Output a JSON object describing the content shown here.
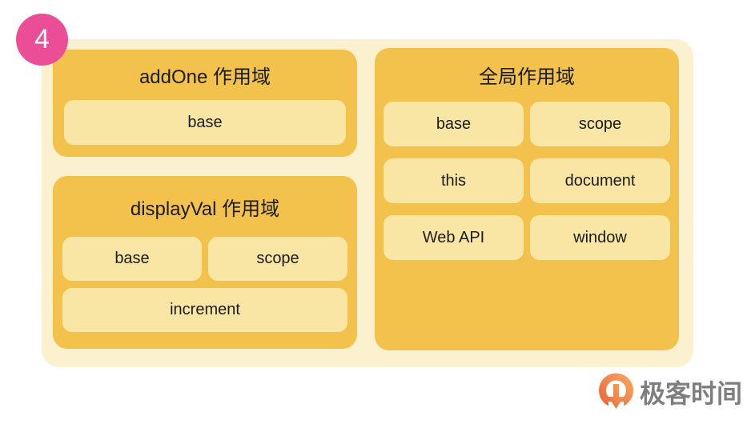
{
  "badge": {
    "number": "4"
  },
  "colors": {
    "page_bg": "#FFFFFF",
    "canvas_bg": "#FBF1CE",
    "scope_box_bg": "#F2C24D",
    "variable_box_bg": "#FAE6A4",
    "badge_bg": "#EB4E97",
    "text": "#1B1B1B",
    "logo_text": "#7E7E7E",
    "logo_orange_light": "#F9A35E",
    "logo_orange_dark": "#E96A3C"
  },
  "diagram": {
    "scopes": [
      {
        "title": "addOne 作用域",
        "items": [
          {
            "label": "base"
          }
        ]
      },
      {
        "title": "displayVal 作用域",
        "items": [
          {
            "label": "base"
          },
          {
            "label": "scope"
          },
          {
            "label": "increment"
          }
        ]
      },
      {
        "title": "全局作用域",
        "items": [
          {
            "label": "base"
          },
          {
            "label": "scope"
          },
          {
            "label": "this"
          },
          {
            "label": "document"
          },
          {
            "label": "Web API"
          },
          {
            "label": "window"
          }
        ]
      }
    ]
  },
  "logo": {
    "text": "极客时间",
    "icon": "geektime-pin-q-icon"
  }
}
